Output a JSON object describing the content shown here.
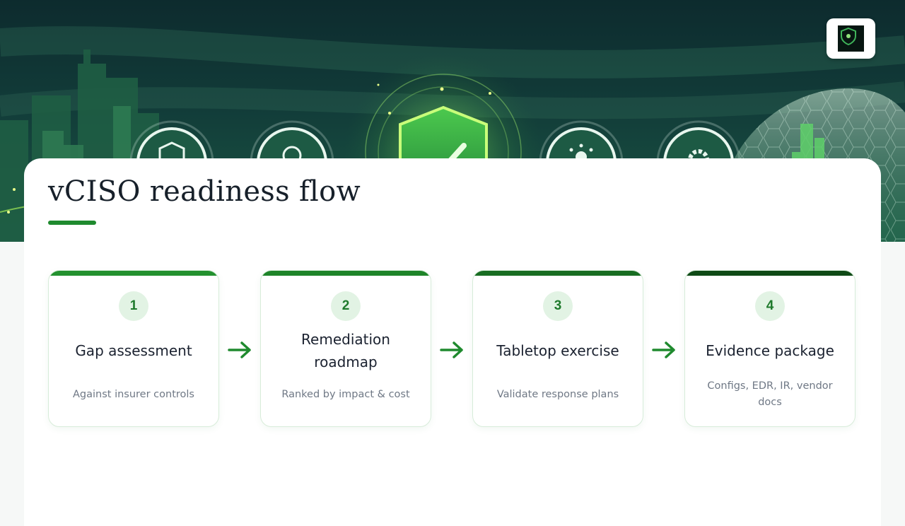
{
  "header": {
    "logo": "shield-logo"
  },
  "title": "vCISO readiness flow",
  "colors": {
    "accent": "#1f8a2e",
    "step_bar_1": "#23912f",
    "step_bar_2": "#1e8429",
    "step_bar_3": "#186d22",
    "step_bar_4": "#0f4a16",
    "badge_bg": "#e2f3e4",
    "arrow": "#1f8a2e"
  },
  "steps": [
    {
      "number": "1",
      "title": "Gap assessment",
      "description": "Against insurer controls"
    },
    {
      "number": "2",
      "title": "Remediation roadmap",
      "description": "Ranked by impact & cost"
    },
    {
      "number": "3",
      "title": "Tabletop exercise",
      "description": "Validate response plans"
    },
    {
      "number": "4",
      "title": "Evidence package",
      "description": "Configs, EDR, IR, vendor docs"
    }
  ]
}
